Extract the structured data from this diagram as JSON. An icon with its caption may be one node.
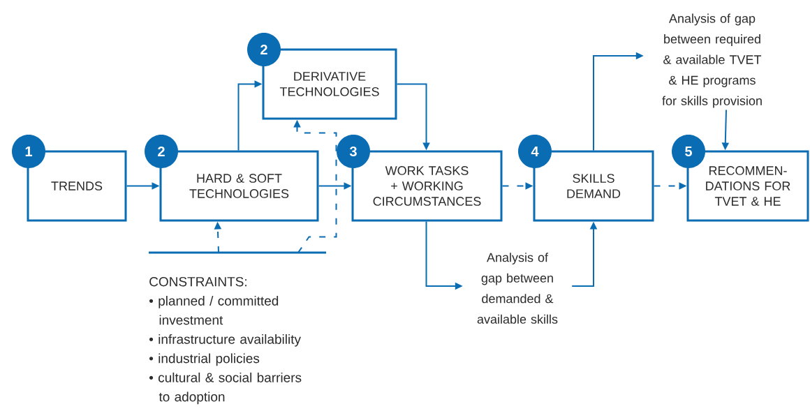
{
  "diagram": {
    "nodes": [
      {
        "text": [
          "TRENDS"
        ],
        "beside": [
          "1"
        ]
      },
      {
        "text": [
          "HARD & SOFT TECHNOLOGIES"
        ],
        "beside": [
          "2"
        ]
      },
      {
        "text": [
          "DERIVATIVE TECHNOLOGIES"
        ],
        "beside": [
          "2"
        ]
      },
      {
        "text": [
          "WORK TASKS + WORKING CIRCUMSTANCES"
        ],
        "beside": [
          "3"
        ]
      },
      {
        "text": [
          "SKILLS DEMAND"
        ],
        "beside": [
          "4"
        ]
      },
      {
        "text": [
          "RECOMMEN- DATIONS FOR TVET & HE"
        ],
        "beside": [
          "5"
        ]
      },
      {
        "text": [
          "CONSTRAINTS:",
          "• planned / committed investment",
          "• infrastructure availability",
          "• industrial policies",
          "• cultural & social barriers to adoption"
        ]
      },
      {
        "text": [
          "Analysis of gap between demanded & available skills"
        ]
      },
      {
        "text": [
          "Analysis of gap between required & available TVET & HE programs for skills provision"
        ]
      }
    ],
    "edges": [
      {
        "from": 0,
        "to": 1,
        "arrow": "to"
      },
      {
        "from": 1,
        "to": 2,
        "arrow": "to"
      },
      {
        "from": 1,
        "to": 3,
        "arrow": "to"
      },
      {
        "from": 2,
        "to": 3,
        "arrow": "to"
      },
      {
        "from": 3,
        "to": 4,
        "arrow": "to",
        "style": "dashed"
      },
      {
        "from": 4,
        "to": 5,
        "arrow": "to",
        "style": "dashed"
      },
      {
        "from": 3,
        "to": 7,
        "arrow": "to"
      },
      {
        "from": 7,
        "to": 4,
        "arrow": "to"
      },
      {
        "from": 4,
        "to": 8,
        "arrow": "to"
      },
      {
        "from": 8,
        "to": 5,
        "arrow": "to"
      },
      {
        "from": 6,
        "to": 1,
        "arrow": "to",
        "style": "dashed"
      },
      {
        "from": 6,
        "to": 2,
        "arrow": "to",
        "style": "dashed"
      }
    ]
  }
}
